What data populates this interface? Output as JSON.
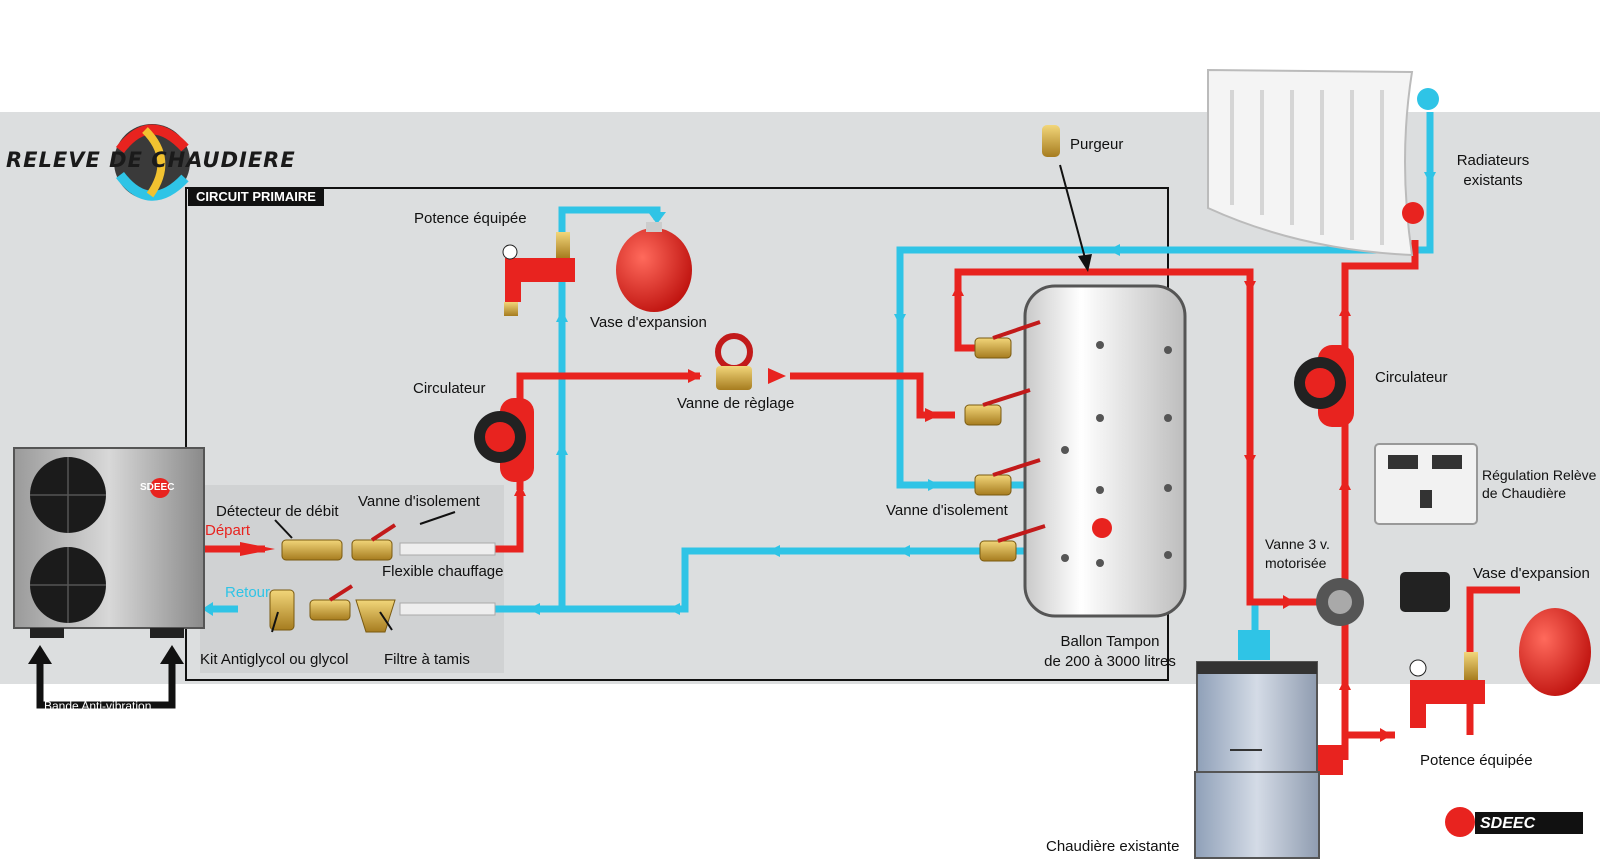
{
  "header": {
    "logo_text": "RELEVE DE CHAUDIERE",
    "circuit_label": "CIRCUIT PRIMAIRE"
  },
  "labels": {
    "depart": "Départ",
    "retour": "Retour",
    "detecteur_debit": "Détecteur de débit",
    "vanne_isolement_left": "Vanne d'isolement",
    "flexible_chauffage": "Flexible chauffage",
    "kit_antiglycol": "Kit Antiglycol ou glycol",
    "filtre_tamis": "Filtre à tamis",
    "bande_anti_vibration": "Bande Anti-vibration",
    "potence_left": "Potence équipée",
    "vase_expansion_left": "Vase d'expansion",
    "circulateur_left": "Circulateur",
    "vanne_reglage": "Vanne de règlage",
    "purgeur": "Purgeur",
    "vanne_isolement_center": "Vanne d'isolement",
    "ballon_line1": "Ballon Tampon",
    "ballon_line2": "de 200 à 3000 litres",
    "radiateurs_line1": "Radiateurs",
    "radiateurs_line2": "existants",
    "circulateur_right": "Circulateur",
    "regulation_line1": "Régulation Relève",
    "regulation_line2": "de Chaudière",
    "vanne3v_line1": "Vanne 3 v.",
    "vanne3v_line2": "motorisée",
    "vase_expansion_right": "Vase d'expansion",
    "potence_right": "Potence équipée",
    "chaudiere": "Chaudière existante",
    "brand": "SDEEC",
    "unit_brand": "SDEEC"
  },
  "colors": {
    "hot": "#e8231f",
    "cold": "#2fc4e6",
    "band": "#dcdedf"
  }
}
